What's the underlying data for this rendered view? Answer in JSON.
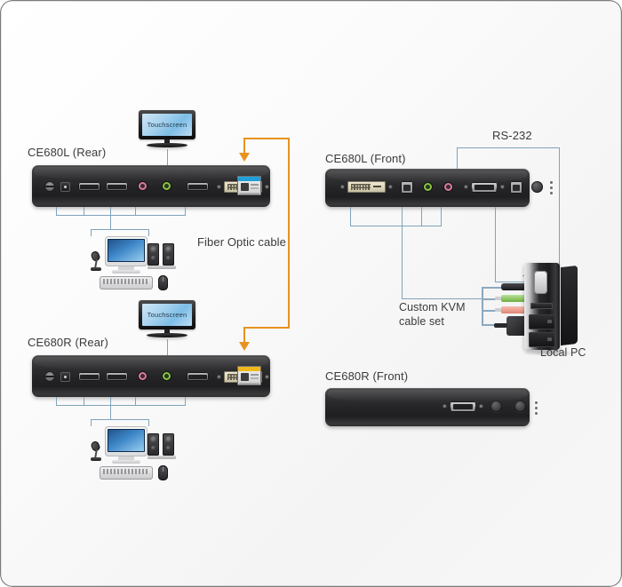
{
  "diagram": {
    "title": "CE680 Fiber KVM Extender connection diagram",
    "colors": {
      "fiber_line": "#e8921f",
      "signal_line": "#7fa3bc",
      "chassis_dark": "#242426",
      "sfp_blue": "#1f9fd8",
      "sfp_yellow": "#f0b81c"
    }
  },
  "labels": {
    "ce680l_rear": "CE680L (Rear)",
    "ce680l_front": "CE680L (Front)",
    "ce680r_rear": "CE680R (Rear)",
    "ce680r_front": "CE680R (Front)",
    "fiber_optic_cable": "Fiber Optic cable",
    "rs232": "RS-232",
    "custom_kvm_cable_set_line1": "Custom KVM",
    "custom_kvm_cable_set_line2": "cable set",
    "local_pc": "Local PC",
    "touchscreen_top": "Touchscreen",
    "touchscreen_bottom": "Touchscreen"
  },
  "devices": {
    "ce680l_rear": {
      "name": "CE680L (Rear)",
      "ports": [
        "power-socket",
        "dc-jack",
        "hdmi-port-1",
        "hdmi-port-2",
        "audio-jack-pink",
        "audio-jack-green",
        "hdmi-port-3",
        "dvi-port",
        "fiber-sfp-module-blue"
      ]
    },
    "ce680l_front": {
      "name": "CE680L (Front)",
      "ports": [
        "dvi-port",
        "usb-type-b-port-1",
        "audio-jack-green",
        "audio-jack-pink",
        "serial-db9-port",
        "usb-type-b-port-2",
        "push-button",
        "led-indicators"
      ]
    },
    "ce680r_rear": {
      "name": "CE680R (Rear)",
      "ports": [
        "power-socket",
        "dc-jack",
        "hdmi-port-1",
        "hdmi-port-2",
        "audio-jack-pink",
        "audio-jack-green",
        "hdmi-port-3",
        "dvi-port",
        "fiber-sfp-module-yellow"
      ]
    },
    "ce680r_front": {
      "name": "CE680R (Front)",
      "ports": [
        "serial-db9-port",
        "push-button-1",
        "push-button-2",
        "led-indicators"
      ]
    }
  },
  "peripherals": {
    "top_console": [
      "microphone",
      "monitor",
      "speakers",
      "keyboard",
      "mouse"
    ],
    "bottom_console": [
      "microphone",
      "monitor",
      "speakers",
      "keyboard",
      "mouse"
    ]
  },
  "kvm_cable_connectors": [
    "usb-connector",
    "green-audio-connector",
    "pink-audio-connector",
    "dvi-connector"
  ]
}
